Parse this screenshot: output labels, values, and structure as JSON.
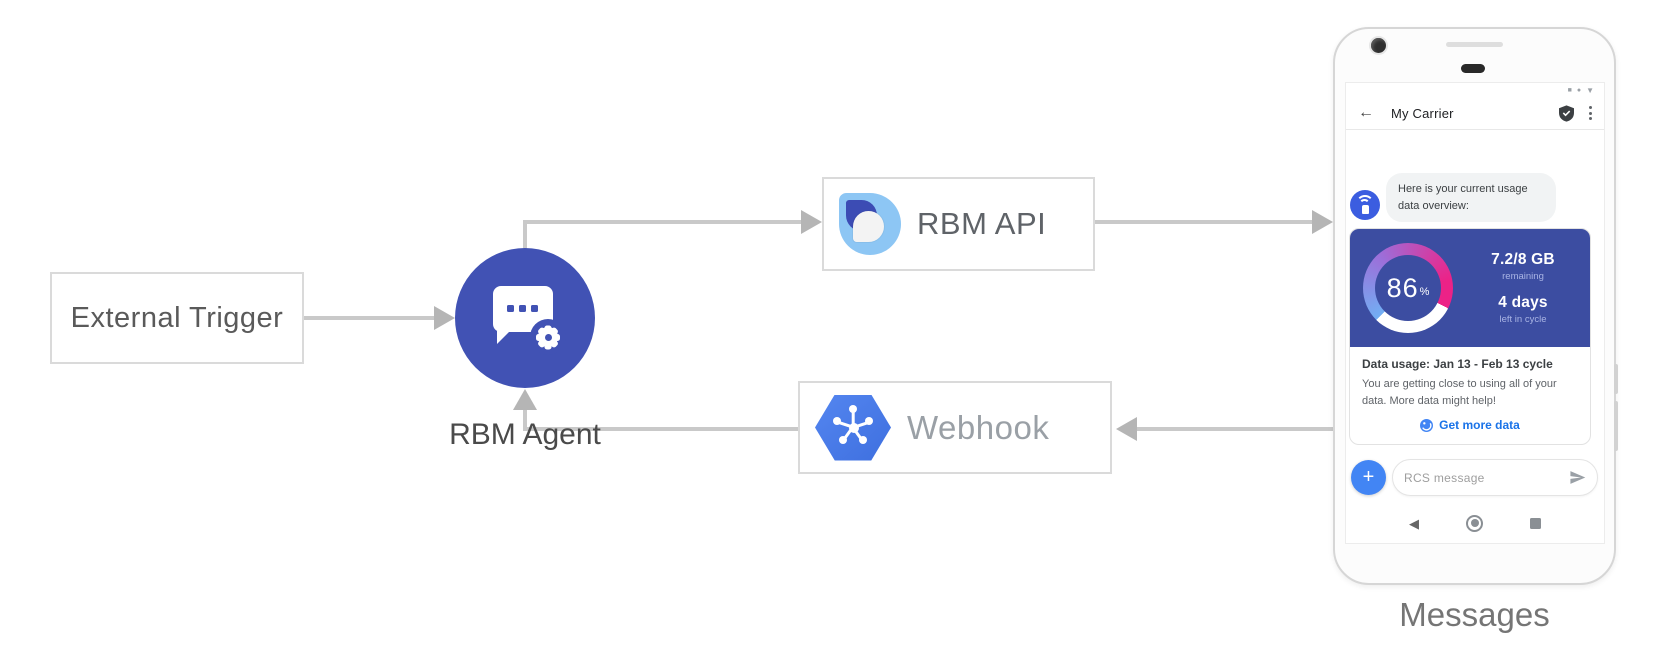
{
  "diagram": {
    "external_trigger": "External Trigger",
    "rbm_agent": "RBM Agent",
    "rbm_api": "RBM API",
    "webhook": "Webhook",
    "phone_caption": "Messages"
  },
  "phone": {
    "header": {
      "title": "My Carrier"
    },
    "chat": {
      "agent_message": "Here is your current usage data overview:"
    },
    "usage_card": {
      "gauge_percent": "86",
      "gauge_percent_unit": "%",
      "remaining_value": "7.2/8 GB",
      "remaining_label": "remaining",
      "cycle_value": "4 days",
      "cycle_label": "left in cycle",
      "title": "Data usage: Jan 13 - Feb 13 cycle",
      "body": "You are getting close to using all of your data. More data might help!",
      "action_label": "Get more data"
    },
    "compose": {
      "placeholder": "RCS message"
    }
  },
  "icons": {
    "back_arrow": "←",
    "status_square": "■",
    "status_dot": "●",
    "status_triangle": "▼",
    "plus": "+",
    "nav_back": "◀"
  },
  "colors": {
    "agent_indigo": "#4152b4",
    "card_indigo": "#3c4da1",
    "gauge_blue": "#72aef3",
    "gauge_pink": "#ec2287",
    "google_blue": "#4285f4",
    "link_blue": "#1a73e8",
    "arrow_gray": "#c9c9c9"
  }
}
